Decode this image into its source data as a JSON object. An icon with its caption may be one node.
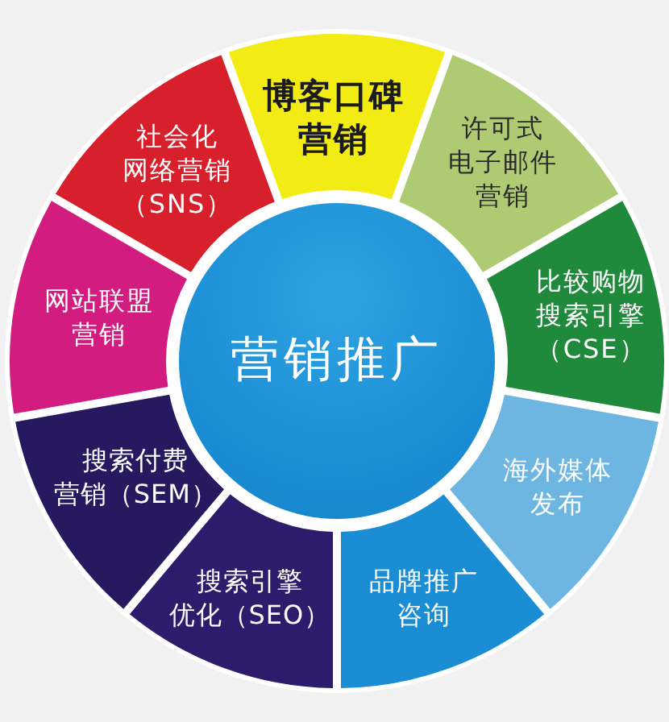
{
  "diagram": {
    "nodes": [
      {
        "text": [
          "营销推广"
        ]
      },
      {
        "text": [
          "博客口碑营销"
        ]
      },
      {
        "text": [
          "许可式电子邮件营销"
        ]
      },
      {
        "text": [
          "比较购物搜索引擎（CSE）"
        ]
      },
      {
        "text": [
          "海外媒体发布"
        ]
      },
      {
        "text": [
          "品牌推广咨询"
        ]
      },
      {
        "text": [
          "搜索引擎优化（SEO）"
        ]
      },
      {
        "text": [
          "搜索付费营销（SEM）"
        ]
      },
      {
        "text": [
          "网站联盟营销"
        ]
      },
      {
        "text": [
          "社会化网络营销（SNS）"
        ]
      }
    ]
  }
}
